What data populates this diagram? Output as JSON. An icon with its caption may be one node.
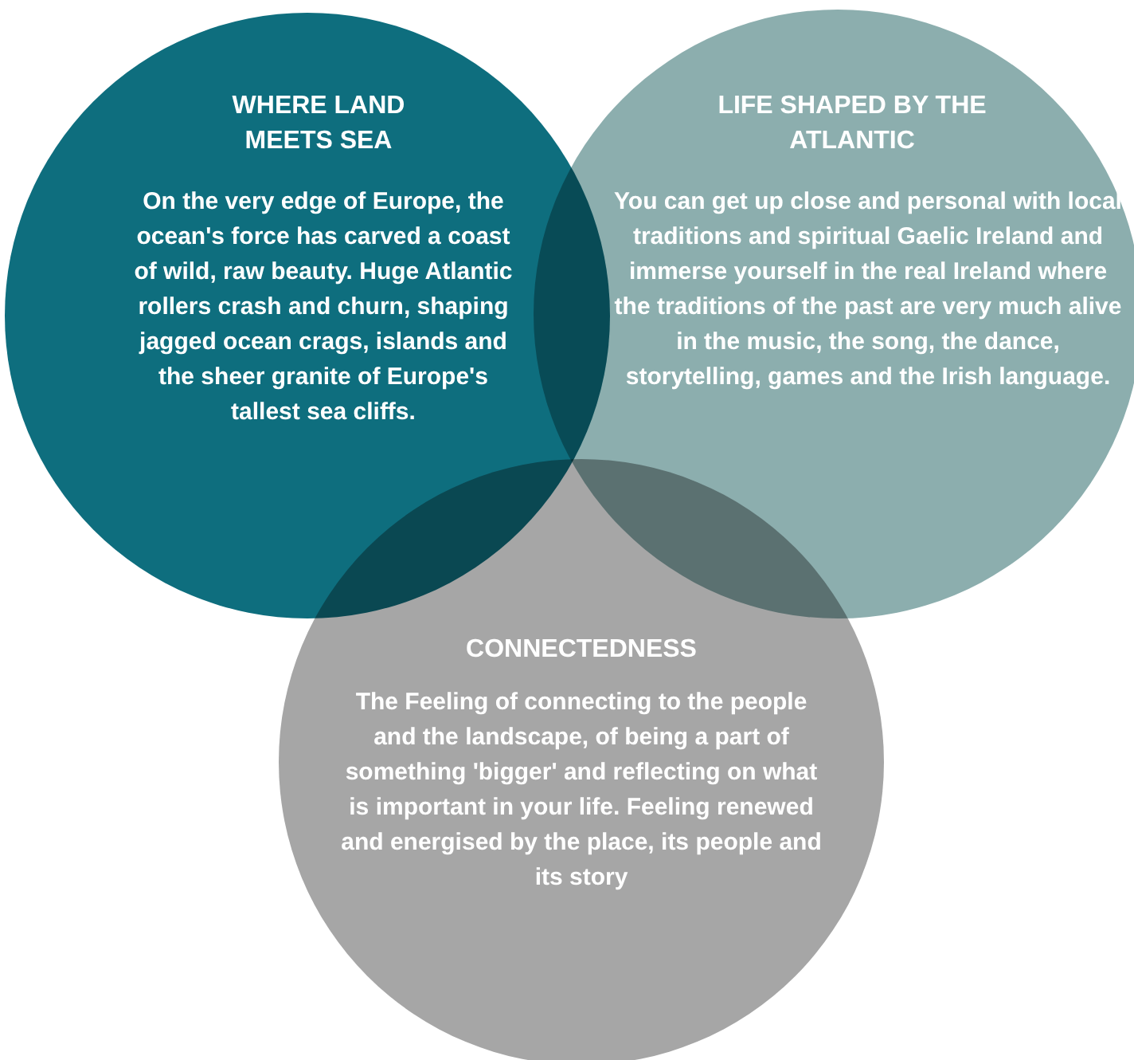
{
  "diagram": {
    "nodes": [
      {
        "text": [
          "WHERE LAND MEETS SEA",
          "On the very edge of Europe, the ocean's force has carved a coast of wild, raw beauty. Huge Atlantic rollers crash and churn, shaping jagged ocean crags, islands and the sheer granite of Europe's tallest sea cliffs."
        ]
      },
      {
        "text": [
          "LIFE SHAPED BY THE ATLANTIC",
          "You can get up close and personal with local traditions and spiritual Gaelic Ireland and immerse yourself in the real Ireland where the traditions of the past are very much alive in the music, the song, the dance, storytelling, games and the Irish language."
        ]
      },
      {
        "text": [
          "CONNECTEDNESS",
          "The Feeling of connecting to the people and the landscape, of being a part of something 'bigger' and reflecting on what is important in your life. Feeling renewed and energised by the place, its people and its story"
        ]
      }
    ]
  }
}
